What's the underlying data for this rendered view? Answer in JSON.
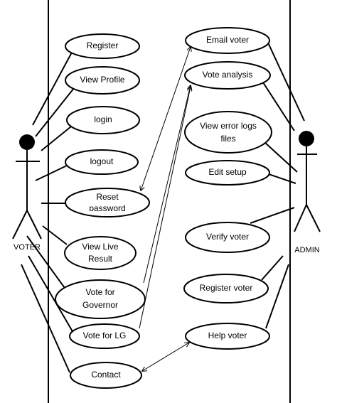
{
  "actors": {
    "left": {
      "label": "VOTER"
    },
    "right": {
      "label": "ADMIN"
    }
  },
  "use_cases": {
    "register": [
      "Register"
    ],
    "view_profile": [
      "View Profile"
    ],
    "login": [
      "login"
    ],
    "logout": [
      "logout"
    ],
    "reset_password": [
      "Reset",
      "password"
    ],
    "view_live_result": [
      "View Live",
      "Result"
    ],
    "vote_for_governor": [
      "Vote for",
      "Governor"
    ],
    "vote_for_lg": [
      "Vote for LG"
    ],
    "contact": [
      "Contact"
    ],
    "email_voter": [
      "Email voter"
    ],
    "vote_analysis": [
      "Vote analysis"
    ],
    "view_error_logs_files": [
      "View error logs",
      "files"
    ],
    "edit_setup": [
      "Edit setup"
    ],
    "verify_voter": [
      "Verify voter"
    ],
    "register_voter": [
      "Register voter"
    ],
    "help_voter": [
      "Help voter"
    ]
  }
}
